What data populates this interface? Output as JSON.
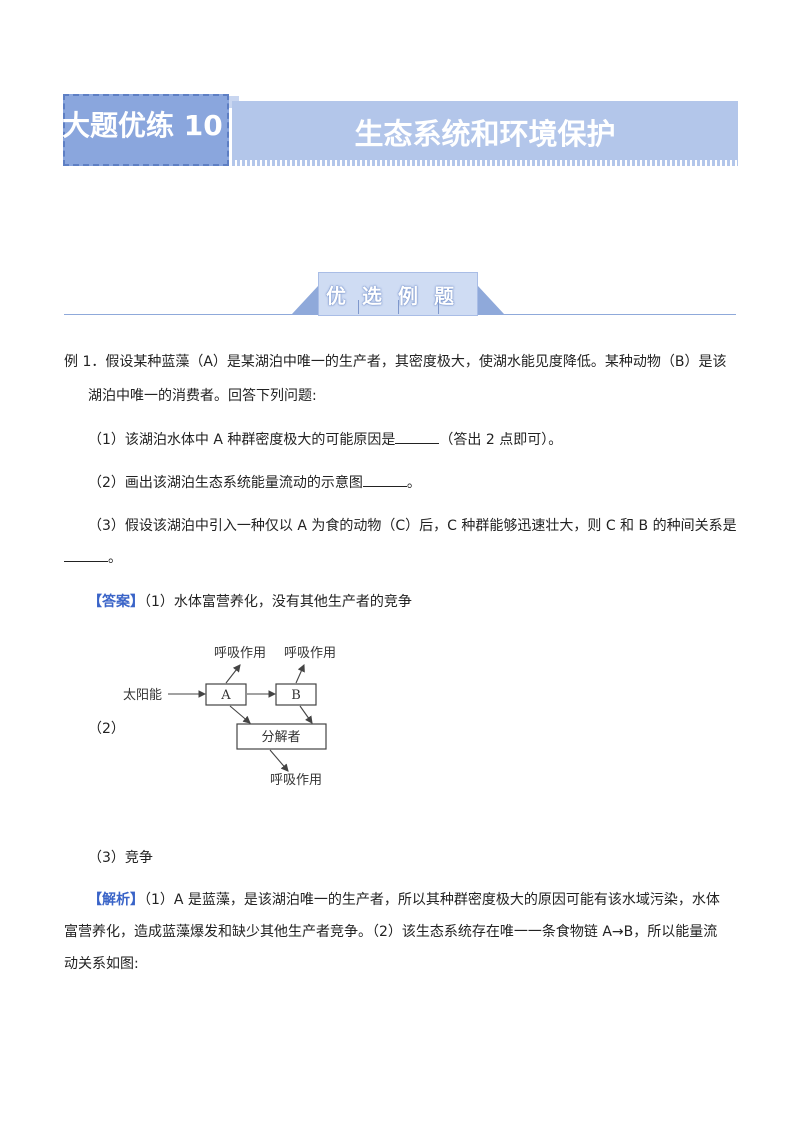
{
  "header": {
    "tag": "大题优练 10",
    "topic": "生态系统和环境保护"
  },
  "section": {
    "title": "优选例题",
    "chars": [
      "优",
      "选",
      "例",
      "题"
    ]
  },
  "question": {
    "stem_line1": "例 1．假设某种蓝藻（A）是某湖泊中唯一的生产者，其密度极大，使湖水能见度降低。某种动物（B）是该",
    "stem_line2": "湖泊中唯一的消费者。回答下列问题:",
    "q1_pre": "（1）该湖泊水体中 A 种群密度极大的可能原因是",
    "q1_post": "（答出 2  点即可）。",
    "q2_pre": "（2）画出该湖泊生态系统能量流动的示意图",
    "q2_post": "。",
    "q3_line1": "（3）假设该湖泊中引入一种仅以 A 为食的动物（C）后，C 种群能够迅速壮大，则 C 和 B 的种间关系是",
    "q3_post": "。"
  },
  "answer": {
    "label": "【答案】",
    "a1": "（1）水体富营养化，没有其他生产者的竞争",
    "a2_label": "（2）",
    "a3": "（3）竞争"
  },
  "diagram": {
    "sun": "太阳能",
    "resp_a": "呼吸作用",
    "resp_b": "呼吸作用",
    "node_a": "A",
    "node_b": "B",
    "decomposer": "分解者",
    "resp_d": "呼吸作用"
  },
  "analysis": {
    "label": "【解析】",
    "line1": "（1）A 是蓝藻，是该湖泊唯一的生产者，所以其种群密度极大的原因可能有该水域污染，水体",
    "line2": "富营养化，造成蓝藻爆发和缺少其他生产者竞争。（2）该生态系统存在唯一一条食物链 A→B，所以能量流",
    "line3": "动关系如图:"
  }
}
